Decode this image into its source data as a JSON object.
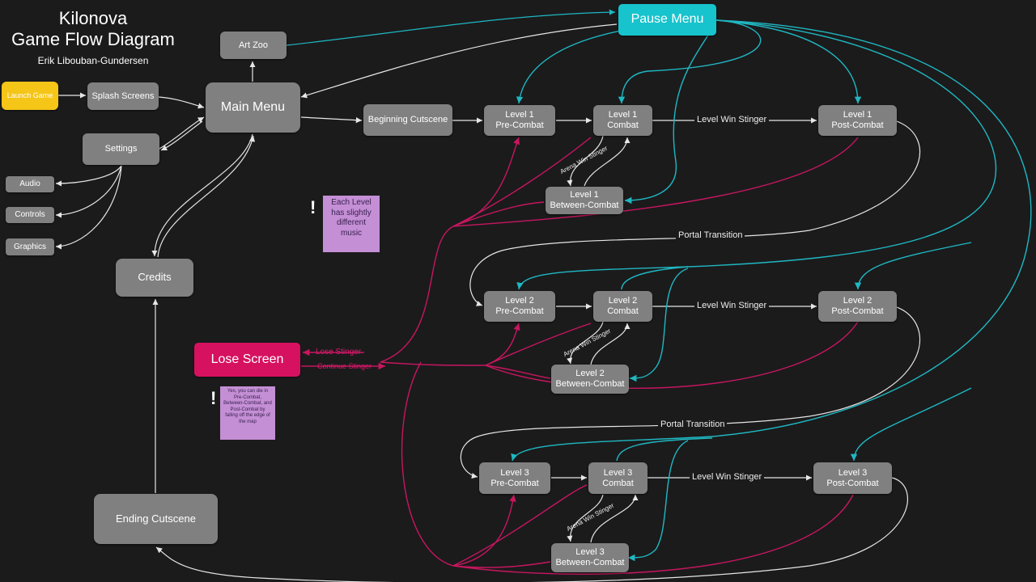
{
  "title": {
    "line1": "Kilonova",
    "line2": "Game Flow Diagram",
    "author": "Erik Libouban-Gundersen"
  },
  "nodes": {
    "launch_game": "Launch Game",
    "splash_screens": "Splash Screens",
    "art_zoo": "Art Zoo",
    "main_menu": "Main Menu",
    "settings": "Settings",
    "audio": "Audio",
    "controls": "Controls",
    "graphics": "Graphics",
    "credits": "Credits",
    "ending_cutscene": "Ending Cutscene",
    "beginning_cutscene": "Beginning Cutscene",
    "pause_menu": "Pause Menu",
    "lose_screen": "Lose Screen",
    "l1_pre": [
      "Level 1",
      "Pre-Combat"
    ],
    "l1_combat": [
      "Level 1",
      "Combat"
    ],
    "l1_between": [
      "Level 1",
      "Between-Combat"
    ],
    "l1_post": [
      "Level 1",
      "Post-Combat"
    ],
    "l2_pre": [
      "Level 2",
      "Pre-Combat"
    ],
    "l2_combat": [
      "Level 2",
      "Combat"
    ],
    "l2_between": [
      "Level 2",
      "Between-Combat"
    ],
    "l2_post": [
      "Level 2",
      "Post-Combat"
    ],
    "l3_pre": [
      "Level 3",
      "Pre-Combat"
    ],
    "l3_combat": [
      "Level 3",
      "Combat"
    ],
    "l3_between": [
      "Level 3",
      "Between-Combat"
    ],
    "l3_post": [
      "Level 3",
      "Post-Combat"
    ]
  },
  "edge_labels": {
    "level_win_stinger": "Level Win Stinger",
    "arena_win_stinger": "Arena Win Stinger",
    "portal_transition": "Portal Transition",
    "lose_stinger": "Lose Stinger",
    "continue_stinger": "Continue Stinger"
  },
  "notes": {
    "music_note": "Each Level has slightly different music",
    "death_note": "Yes, you can die in Pre-Combat, Between-Combat, and Post-Combat by falling off the edge of the map",
    "mark": "!"
  },
  "colors": {
    "background": "#1b1b1c",
    "node": "#808080",
    "launch": "#f5c518",
    "pause": "#17c3cc",
    "lose": "#d6115f",
    "note": "#c48fd4",
    "white_edge": "#e6e6e6",
    "cyan_edge": "#1fb8c2",
    "pink_edge": "#c8165f"
  }
}
